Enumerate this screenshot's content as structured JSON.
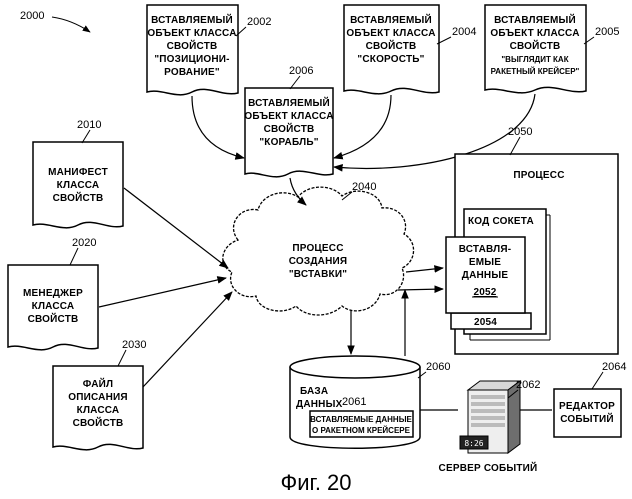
{
  "figure_number": "2000",
  "caption": "Фиг. 20",
  "docs": {
    "position": {
      "ref": "2002",
      "lines": [
        "ВСТАВЛЯЕМЫЙ",
        "ОБЪЕКТ КЛАССА",
        "СВОЙСТВ",
        "\"ПОЗИЦИОНИ-",
        "РОВАНИЕ\""
      ]
    },
    "speed": {
      "ref": "2004",
      "lines": [
        "ВСТАВЛЯЕМЫЙ",
        "ОБЪЕКТ КЛАССА",
        "СВОЙСТВ",
        "\"СКОРОСТЬ\""
      ]
    },
    "cruiser": {
      "ref": "2005",
      "lines": [
        "ВСТАВЛЯЕМЫЙ",
        "ОБЪЕКТ КЛАССА",
        "СВОЙСТВ"
      ],
      "quote_lines": [
        "\"ВЫГЛЯДИТ КАК",
        "РАКЕТНЫЙ КРЕЙСЕР\""
      ]
    },
    "ship": {
      "ref": "2006",
      "lines": [
        "ВСТАВЛЯЕМЫЙ",
        "ОБЪЕКТ КЛАССА",
        "СВОЙСТВ",
        "\"КОРАБЛЬ\""
      ]
    },
    "manifest": {
      "ref": "2010",
      "lines": [
        "МАНИФЕСТ",
        "КЛАССА",
        "СВОЙСТВ"
      ]
    },
    "manager": {
      "ref": "2020",
      "lines": [
        "МЕНЕДЖЕР",
        "КЛАССА",
        "СВОЙСТВ"
      ]
    },
    "descfile": {
      "ref": "2030",
      "lines": [
        "ФАЙЛ",
        "ОПИСАНИЯ",
        "КЛАССА",
        "СВОЙСТВ"
      ]
    }
  },
  "cloud": {
    "ref": "2040",
    "lines": [
      "ПРОЦЕСС",
      "СОЗДАНИЯ",
      "\"ВСТАВКИ\""
    ]
  },
  "process": {
    "ref": "2050",
    "title": "ПРОЦЕСС",
    "socket_label": "КОД СОКЕТА",
    "inner_ref": "2054",
    "data_lines": [
      "ВСТАВЛЯ-",
      "ЕМЫЕ",
      "ДАННЫЕ"
    ],
    "data_ref": "2052"
  },
  "database": {
    "ref": "2060",
    "lines": [
      "БАЗА",
      "ДАННЫХ"
    ],
    "record_ref": "2061",
    "record_lines": [
      "ВСТАВЛЯЕМЫЕ ДАННЫЕ",
      "О РАКЕТНОМ КРЕЙСЕРЕ"
    ]
  },
  "server": {
    "ref": "2062",
    "label": "СЕРВЕР СОБЫТИЙ",
    "display": "8:26"
  },
  "editor": {
    "ref": "2064",
    "lines": [
      "РЕДАКТОР",
      "СОБЫТИЙ"
    ]
  }
}
